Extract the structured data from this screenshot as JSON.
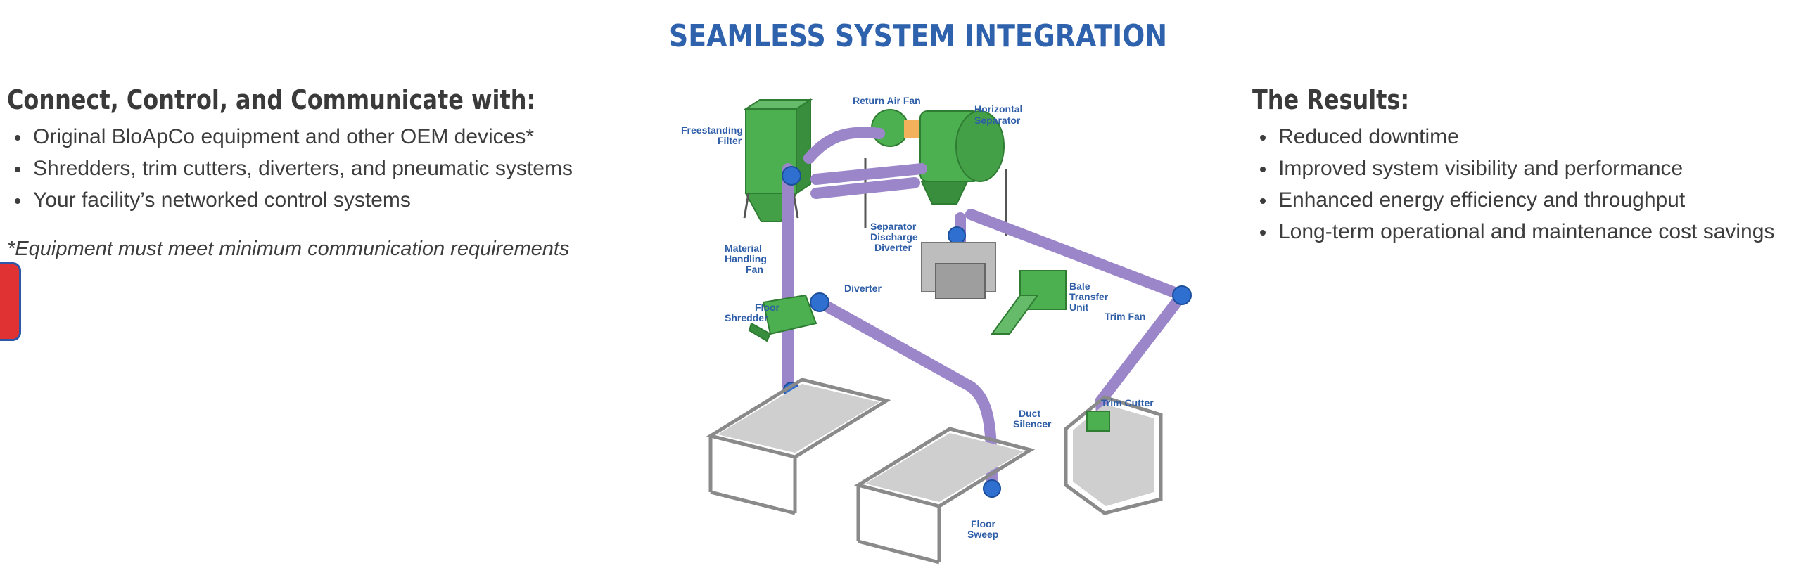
{
  "page": {
    "title": "SEAMLESS SYSTEM INTEGRATION"
  },
  "left_column": {
    "heading": "Connect, Control, and Communicate with:",
    "items": [
      "Original BloApCo equipment and other OEM devices*",
      "Shredders, trim cutters, diverters, and pneumatic systems",
      "Your facility’s networked control systems"
    ],
    "footnote": "*Equipment must meet minimum communication requirements"
  },
  "right_column": {
    "heading": "The Results:",
    "items": [
      "Reduced downtime",
      "Improved system visibility and performance",
      "Enhanced energy efficiency and throughput",
      "Long-term operational and maintenance cost savings"
    ]
  },
  "diagram": {
    "labels": {
      "return_air_fan": "Return Air Fan",
      "horizontal_separator_1": "Horizontal",
      "horizontal_separator_2": "Separator",
      "freestanding_filter_1": "Freestanding",
      "freestanding_filter_2": "Filter",
      "separator_discharge_1": "Separator",
      "separator_discharge_2": "Discharge",
      "separator_discharge_3": "Diverter",
      "material_handling_fan_1": "Material",
      "material_handling_fan_2": "Handling",
      "material_handling_fan_3": "Fan",
      "diverter": "Diverter",
      "bale_transfer_1": "Bale",
      "bale_transfer_2": "Transfer",
      "bale_transfer_3": "Unit",
      "trim_fan": "Trim Fan",
      "floor_shredder_1": "Floor",
      "floor_shredder_2": "Shredder",
      "trim_cutter": "Trim Cutter",
      "duct_silencer_1": "Duct",
      "duct_silencer_2": "Silencer",
      "floor_sweep_1": "Floor",
      "floor_sweep_2": "Sweep"
    },
    "colors": {
      "equipment": "#4caf50",
      "ductwork": "#9a86c9",
      "fans": "#2f6fcf",
      "transitions": "#f2b15a",
      "labels": "#2f5ea8"
    }
  }
}
